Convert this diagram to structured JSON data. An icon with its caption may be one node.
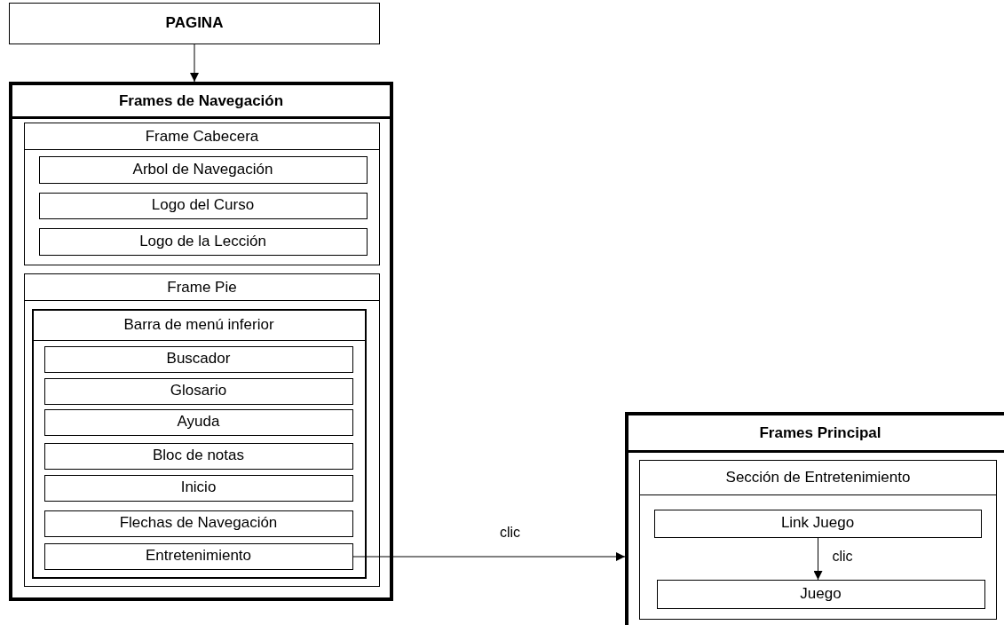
{
  "diagram": {
    "nodes": [
      {
        "text": [
          "PAGINA"
        ]
      },
      {
        "text": [
          "Frames de Navegación"
        ]
      },
      {
        "text": [
          "Frame Cabecera"
        ],
        "in": 1
      },
      {
        "text": [
          "Arbol de Navegación"
        ],
        "in": 2
      },
      {
        "text": [
          "Logo del Curso"
        ],
        "in": 2
      },
      {
        "text": [
          "Logo de la Lección"
        ],
        "in": 2
      },
      {
        "text": [
          "Frame Pie"
        ],
        "in": 1
      },
      {
        "text": [
          "Barra de menú inferior"
        ],
        "in": 6
      },
      {
        "text": [
          "Buscador"
        ],
        "in": 7
      },
      {
        "text": [
          "Glosario"
        ],
        "in": 7
      },
      {
        "text": [
          "Ayuda"
        ],
        "in": 7
      },
      {
        "text": [
          "Bloc de notas"
        ],
        "in": 7
      },
      {
        "text": [
          "Inicio"
        ],
        "in": 7
      },
      {
        "text": [
          "Flechas de Navegación"
        ],
        "in": 7
      },
      {
        "text": [
          "Entretenimiento"
        ],
        "in": 7
      },
      {
        "text": [
          "Frames Principal"
        ]
      },
      {
        "text": [
          "Sección de Entretenimiento"
        ],
        "in": 15
      },
      {
        "text": [
          "Link Juego"
        ],
        "in": 16
      },
      {
        "text": [
          "Juego"
        ],
        "in": 16
      }
    ],
    "edges": [
      {
        "from": 0,
        "to": 1,
        "arrow": "to"
      },
      {
        "from": 14,
        "to": 15,
        "arrow": "to",
        "label": "clic"
      },
      {
        "from": 17,
        "to": 18,
        "arrow": "to",
        "label": "clic"
      }
    ]
  }
}
